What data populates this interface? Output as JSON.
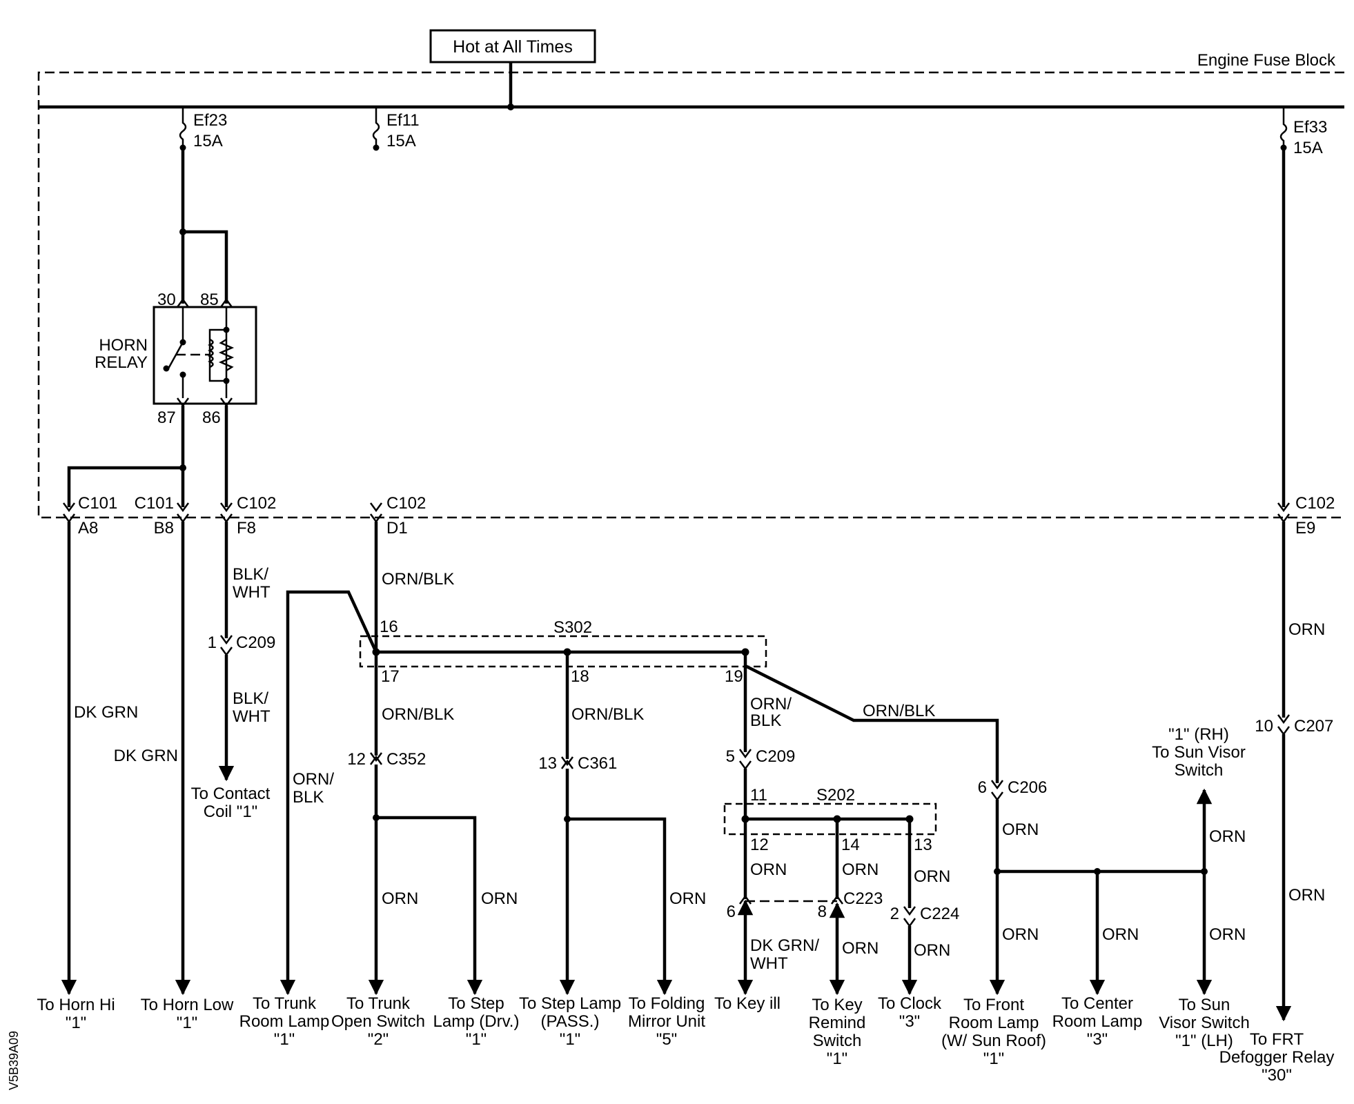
{
  "header": {
    "hot_label": "Hot at All Times",
    "fuse_block_label": "Engine Fuse Block"
  },
  "fuses": {
    "ef23": {
      "name": "Ef23",
      "rating": "15A"
    },
    "ef11": {
      "name": "Ef11",
      "rating": "15A"
    },
    "ef33": {
      "name": "Ef33",
      "rating": "15A"
    }
  },
  "relay": {
    "label_line1": "HORN",
    "label_line2": "RELAY",
    "pin30": "30",
    "pin85": "85",
    "pin87": "87",
    "pin86": "86"
  },
  "connectors": {
    "c101a": {
      "name": "C101",
      "pin": "A8"
    },
    "c101b": {
      "name": "C101",
      "pin": "B8"
    },
    "c102f": {
      "name": "C102",
      "pin": "F8"
    },
    "c102d": {
      "name": "C102",
      "pin": "D1"
    },
    "c102e": {
      "name": "C102",
      "pin": "E9"
    },
    "c209a": {
      "name": "C209",
      "pin": "1"
    },
    "c352": {
      "name": "C352",
      "pin": "12"
    },
    "c361": {
      "name": "C361",
      "pin": "13"
    },
    "c209b": {
      "name": "C209",
      "pin": "5"
    },
    "c206": {
      "name": "C206",
      "pin": "6"
    },
    "c207": {
      "name": "C207",
      "pin": "10"
    },
    "c223": {
      "name": "C223",
      "pin_a": "6",
      "pin_b": "8"
    },
    "c224": {
      "name": "C224",
      "pin": "2"
    }
  },
  "splices": {
    "s302": {
      "name": "S302",
      "p16": "16",
      "p17": "17",
      "p18": "18",
      "p19": "19"
    },
    "s202": {
      "name": "S202",
      "p11": "11",
      "p12": "12",
      "p14": "14",
      "p13": "13"
    }
  },
  "wires": {
    "dk_grn": "DK GRN",
    "blk_wht_1": "BLK/",
    "blk_wht_2": "WHT",
    "orn_blk": "ORN/BLK",
    "orn_blk_1": "ORN/",
    "orn_blk_2": "BLK",
    "orn": "ORN",
    "dk_grn_wht_1": "DK GRN/",
    "dk_grn_wht_2": "WHT"
  },
  "destinations": {
    "horn_hi": [
      "To Horn Hi",
      "\"1\""
    ],
    "horn_low": [
      "To Horn Low",
      "\"1\""
    ],
    "contact_coil": [
      "To Contact",
      "Coil \"1\""
    ],
    "trunk_room_lamp": [
      "To Trunk",
      "Room Lamp",
      "\"1\""
    ],
    "trunk_open_switch": [
      "To Trunk",
      "Open Switch",
      "\"2\""
    ],
    "step_lamp_drv": [
      "To Step",
      "Lamp (Drv.)",
      "\"1\""
    ],
    "step_lamp_pass": [
      "To Step Lamp",
      "(PASS.)",
      "\"1\""
    ],
    "folding_mirror": [
      "To Folding",
      "Mirror Unit",
      "\"5\""
    ],
    "key_ill": [
      "To Key ill"
    ],
    "key_remind": [
      "To Key",
      "Remind",
      "Switch",
      "\"1\""
    ],
    "clock": [
      "To Clock",
      "\"3\""
    ],
    "front_room_lamp": [
      "To Front",
      "Room Lamp",
      "(W/ Sun Roof)",
      "\"1\""
    ],
    "center_room_lamp": [
      "To Center",
      "Room Lamp",
      "\"3\""
    ],
    "sun_visor_lh": [
      "To Sun",
      "Visor Switch",
      "\"1\" (LH)"
    ],
    "sun_visor_rh": [
      "\"1\" (RH)",
      "To Sun Visor",
      "Switch"
    ],
    "frt_defogger": [
      "To FRT",
      "Defogger Relay",
      "\"30\""
    ]
  },
  "side_code": "V5B39A09"
}
